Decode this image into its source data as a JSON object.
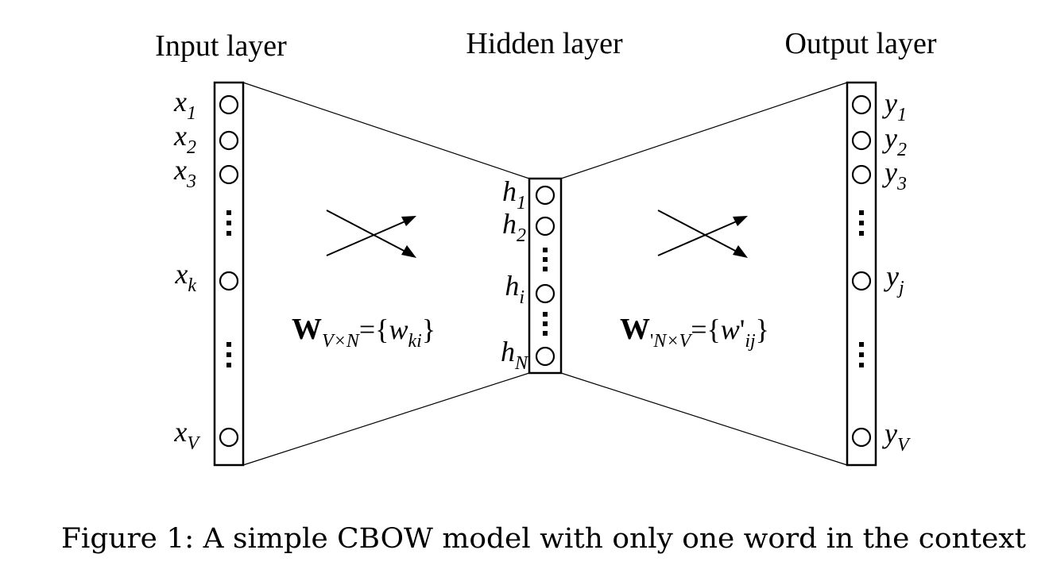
{
  "layers": {
    "input": {
      "title": "Input layer"
    },
    "hidden": {
      "title": "Hidden layer"
    },
    "output": {
      "title": "Output layer"
    }
  },
  "input_nodes": [
    {
      "sym": "x",
      "sub": "1"
    },
    {
      "sym": "x",
      "sub": "2"
    },
    {
      "sym": "x",
      "sub": "3"
    },
    {
      "sym": "x",
      "sub": "k"
    },
    {
      "sym": "x",
      "sub": "V"
    }
  ],
  "hidden_nodes": [
    {
      "sym": "h",
      "sub": "1"
    },
    {
      "sym": "h",
      "sub": "2"
    },
    {
      "sym": "h",
      "sub": "i"
    },
    {
      "sym": "h",
      "sub": "N"
    }
  ],
  "output_nodes": [
    {
      "sym": "y",
      "sub": "1"
    },
    {
      "sym": "y",
      "sub": "2"
    },
    {
      "sym": "y",
      "sub": "3"
    },
    {
      "sym": "y",
      "sub": "j"
    },
    {
      "sym": "y",
      "sub": "V"
    }
  ],
  "weights": {
    "input_hidden": {
      "matrix": "W",
      "dims": "V×N",
      "eq_open": "={",
      "elem": "w",
      "elem_sub": "ki",
      "close": "}"
    },
    "hidden_output": {
      "matrix": "W",
      "prime": "'",
      "dims": "N×V",
      "eq_open": "={",
      "elem": "w",
      "elem_prime": "'",
      "elem_sub": "ij",
      "close": "}"
    }
  },
  "caption": "Figure 1: A simple CBOW model with only one word in the context"
}
